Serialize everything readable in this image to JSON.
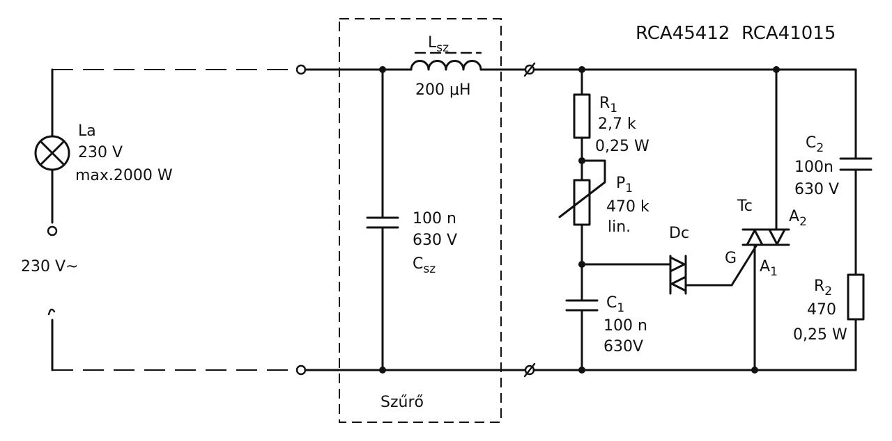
{
  "header": {
    "title": "RCA45412  RCA41015"
  },
  "lamp": {
    "name": "La",
    "voltage": "230 V",
    "power": "max.2000 W"
  },
  "mains": {
    "label": "230 V~"
  },
  "filter": {
    "name": "Szűrő",
    "inductor_name": "L",
    "inductor_sub": "sz",
    "inductor_value": "200 μH",
    "cap_value": "100 n",
    "cap_voltage": "630 V",
    "cap_name": "C",
    "cap_sub": "sz"
  },
  "r1": {
    "name": "R",
    "sub": "1",
    "value": "2,7 k",
    "power": "0,25 W"
  },
  "p1": {
    "name": "P",
    "sub": "1",
    "value": "470 k",
    "type": "lin."
  },
  "c1": {
    "name": "C",
    "sub": "1",
    "value": "100 n",
    "voltage": "630V"
  },
  "diac": {
    "name": "Dc"
  },
  "triac": {
    "name": "Tc",
    "gate": "G",
    "a1": "A",
    "a1_sub": "1",
    "a2": "A",
    "a2_sub": "2"
  },
  "c2": {
    "name": "C",
    "sub": "2",
    "value": "100n",
    "voltage": "630 V"
  },
  "r2": {
    "name": "R",
    "sub": "2",
    "value": "470",
    "power": "0,25 W"
  }
}
